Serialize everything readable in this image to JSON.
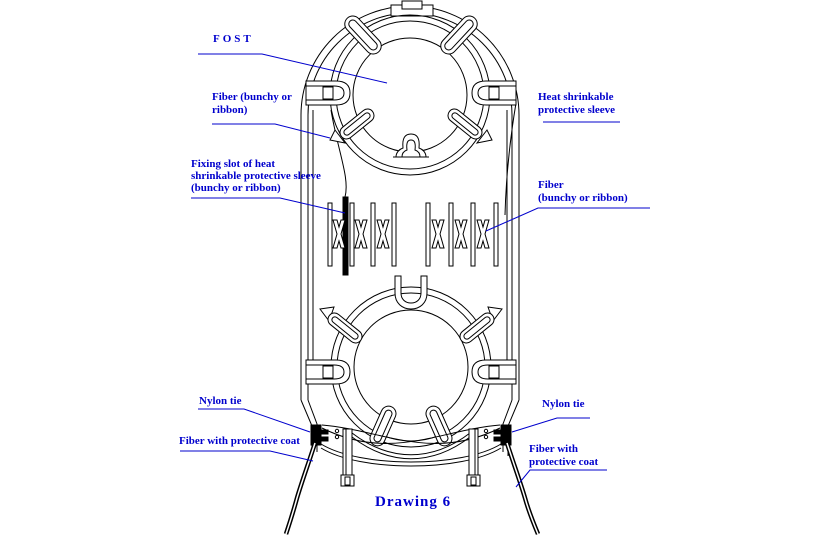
{
  "colors": {
    "annotation_blue": "#0000cd",
    "drawing_line": "#000000",
    "background": "#ffffff"
  },
  "caption": "Drawing 6",
  "labels": {
    "fost": "FOST",
    "fiber_bunchy_left": {
      "line1": "Fiber (bunchy or",
      "line2": "ribbon)"
    },
    "fixing_slot": {
      "line1": "Fixing slot of heat",
      "line2": "shrinkable protective sleeve",
      "line3": "(bunchy or ribbon)"
    },
    "heat_shrinkable_sleeve": {
      "line1": "Heat shrinkable",
      "line2": "protective sleeve"
    },
    "fiber_bunchy_right": {
      "line1": "Fiber",
      "line2": "(bunchy or ribbon)"
    },
    "nylon_tie_left": "Nylon tie",
    "fiber_with_protective_coat_left": "Fiber with protective coat",
    "nylon_tie_right": "Nylon tie",
    "fiber_with_protective_coat_right": {
      "line1": "Fiber with",
      "line2": "protective coat"
    }
  }
}
